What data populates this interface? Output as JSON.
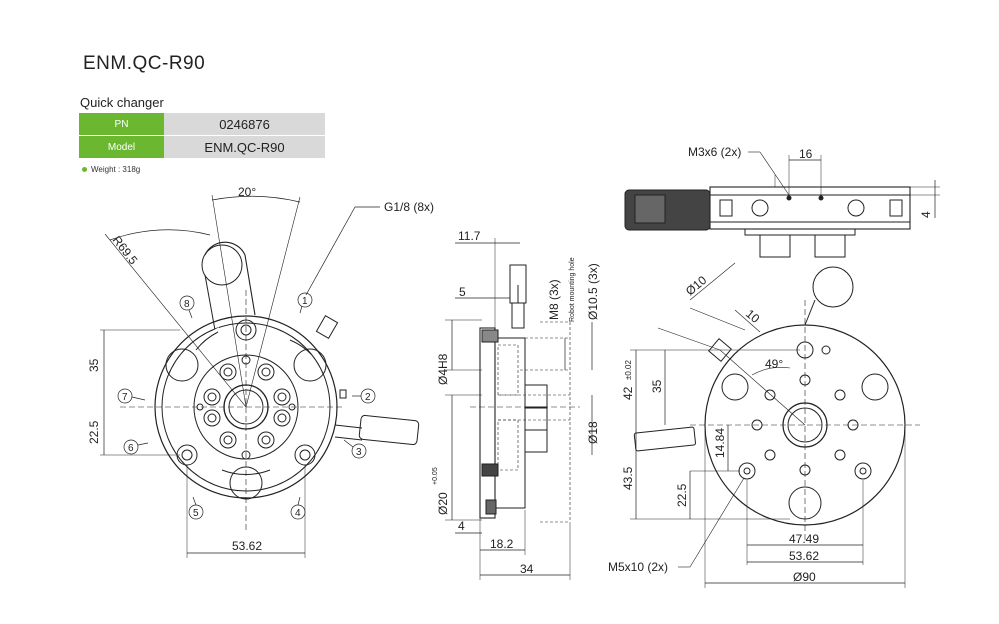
{
  "product": {
    "title": "ENM.QC-R90",
    "subtitle": "Quick changer",
    "specs": [
      {
        "key": "PN",
        "value": "0246876"
      },
      {
        "key": "Model",
        "value": "ENM.QC-R90"
      }
    ],
    "weight": "Weight : 318g"
  },
  "drawing": {
    "front": {
      "angle": "20°",
      "radius": "R69.5",
      "port_callout": "G1/8 (8x)",
      "port_numbers": [
        "1",
        "2",
        "3",
        "4",
        "5",
        "6",
        "7",
        "8"
      ],
      "dim_upper": "35",
      "dim_lower": "22.5",
      "dim_width": "53.62"
    },
    "side": {
      "dim_top": "11.7",
      "dim_5": "5",
      "dim_m8": "M8 (3x)",
      "dim_d105": "Ø10.5 (3x)",
      "mount_note": "Robot mounting hole",
      "dim_d4": "Ø4H8",
      "dim_d18": "Ø18",
      "dim_d20": "Ø20",
      "dim_d20_tol": "+0.05",
      "dim_4": "4",
      "dim_182": "18.2",
      "dim_34": "34"
    },
    "top": {
      "dim_m3": "M3x6 (2x)",
      "dim_16": "16",
      "dim_4": "4"
    },
    "rear": {
      "dim_d10": "Ø10",
      "dim_10": "10",
      "dim_49": "49°",
      "dim_42": "42",
      "dim_42_tol": "±0.02",
      "dim_35": "35",
      "dim_1484": "14.84",
      "dim_435": "43.5",
      "dim_225": "22.5",
      "dim_4749": "47.49",
      "dim_5362": "53.62",
      "dim_d90": "Ø90",
      "dim_m5": "M5x10 (2x)"
    }
  },
  "colors": {
    "accent": "#6bb830",
    "cell": "#d9d9d9",
    "line": "#222222"
  }
}
